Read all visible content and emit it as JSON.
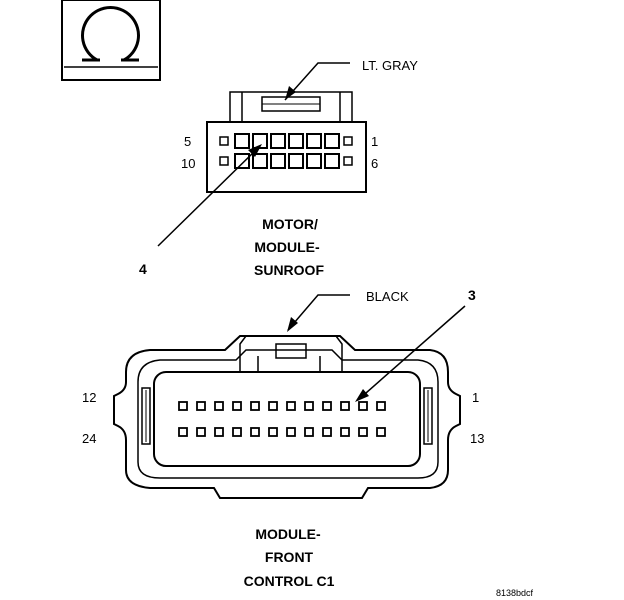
{
  "upper_connector": {
    "wire_color": "LT. GRAY",
    "pin_top_left": "5",
    "pin_top_right": "1",
    "pin_bottom_left": "10",
    "pin_bottom_right": "6",
    "callout": "4",
    "title_line1": "MOTOR/",
    "title_line2": "MODULE-",
    "title_line3": "SUNROOF"
  },
  "lower_connector": {
    "wire_color": "BLACK",
    "callout": "3",
    "pin_top_left": "12",
    "pin_top_right": "1",
    "pin_bottom_left": "24",
    "pin_bottom_right": "13",
    "title_line1": "MODULE-",
    "title_line2": "FRONT",
    "title_line3": "CONTROL C1"
  },
  "figure_id": "8138bdcf"
}
